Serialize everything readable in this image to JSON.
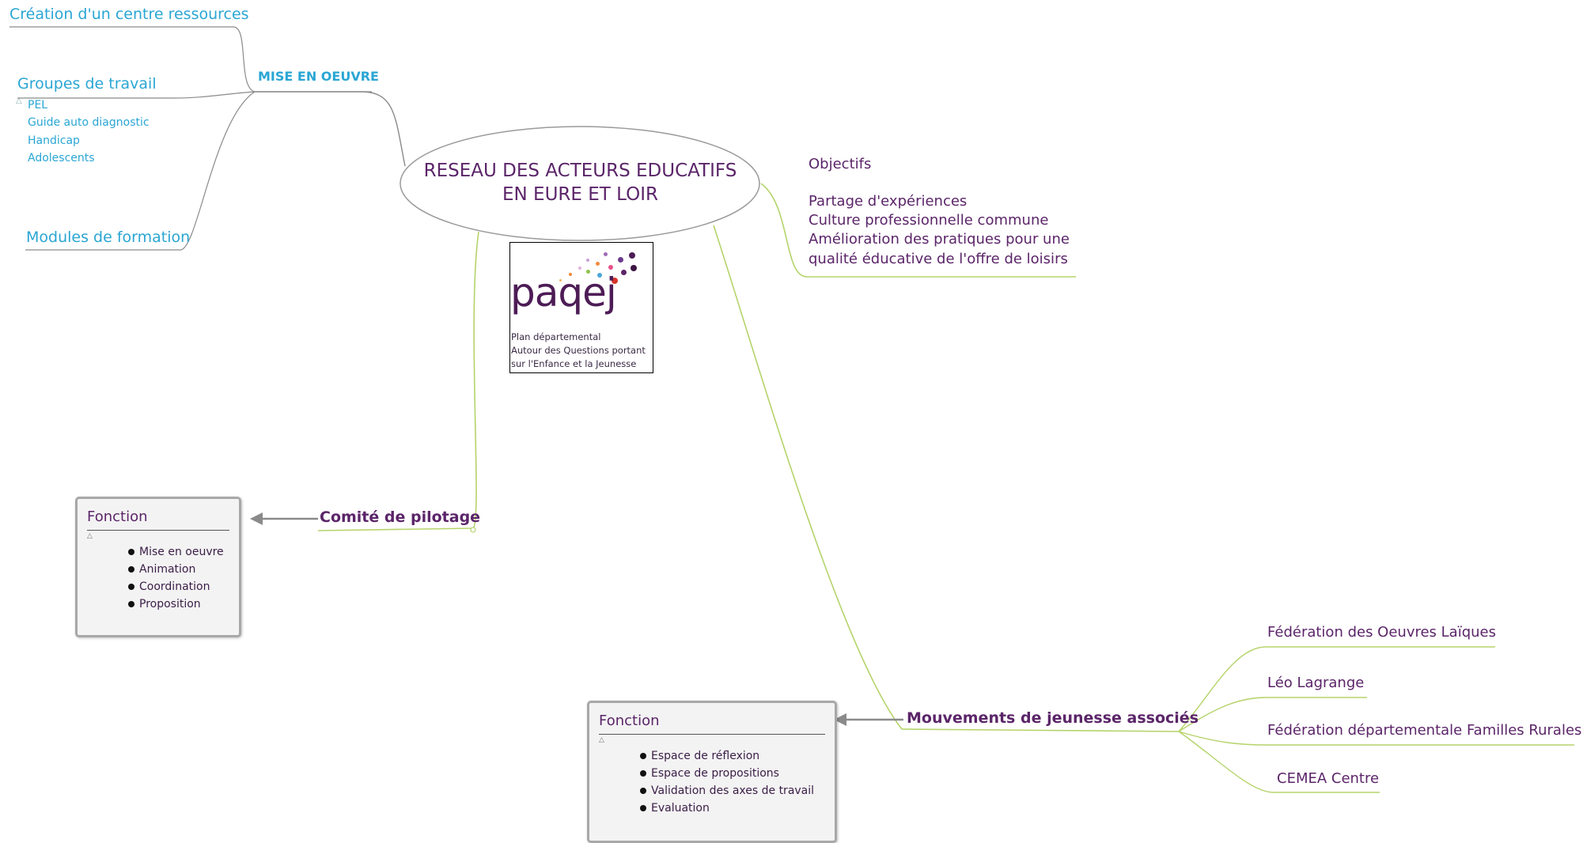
{
  "center": {
    "line1": "RESEAU DES ACTEURS EDUCATIFS",
    "line2": "EN EURE ET LOIR"
  },
  "mise_en_oeuvre": {
    "label": "MISE EN OEUVRE",
    "children": {
      "centre_ressources": "Création d'un centre ressources",
      "groupes": "Groupes de travail",
      "groupes_items": [
        "PEL",
        "Guide auto diagnostic",
        "Handicap",
        "Adolescents"
      ],
      "modules": "Modules de formation"
    }
  },
  "objectifs": {
    "title": "Objectifs",
    "lines": [
      "Partage d'expériences",
      "Culture professionnelle commune",
      "Amélioration des pratiques pour une",
      "qualité éducative de l'offre de loisirs"
    ]
  },
  "logo": {
    "word": "paqej",
    "lines": [
      "Plan départemental",
      "Autour des Questions portant",
      "sur l'Enfance et la Jeunesse"
    ]
  },
  "comite": {
    "label": "Comité de pilotage",
    "panel": {
      "title": "Fonction",
      "items": [
        "Mise en oeuvre",
        "Animation",
        "Coordination",
        "Proposition"
      ]
    }
  },
  "mouvements": {
    "label": "Mouvements de jeunesse associés",
    "panel": {
      "title": "Fonction",
      "items": [
        "Espace de réflexion",
        "Espace de propositions",
        "Validation des axes de travail",
        "Evaluation"
      ]
    },
    "children": [
      "Fédération des Oeuvres Laïques",
      "Léo Lagrange",
      "Fédération départementale Familles Rurales",
      "CEMEA Centre"
    ]
  },
  "colors": {
    "blue_text": "#2aa6d4",
    "purple_text": "#5b2569",
    "green_line": "#b5d36a",
    "gray_line": "#8a8a8a"
  }
}
